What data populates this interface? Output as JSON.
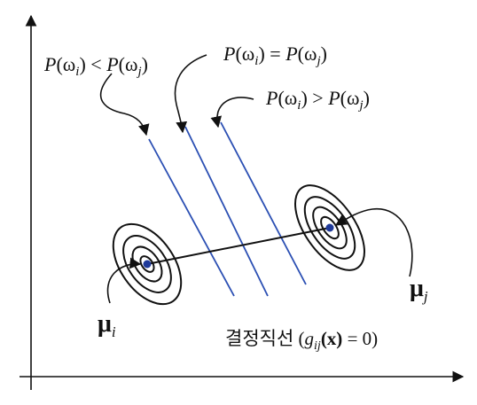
{
  "labels": {
    "prior_less": {
      "P1": "P",
      "open1": "(ω",
      "sub1": "i",
      "close1": ")",
      "op": " < ",
      "P2": "P",
      "open2": "(ω",
      "sub2": "j",
      "close2": ")"
    },
    "prior_equal": {
      "P1": "P",
      "open1": "(ω",
      "sub1": "i",
      "close1": ")",
      "op": " = ",
      "P2": "P",
      "open2": "(ω",
      "sub2": "j",
      "close2": ")"
    },
    "prior_greater": {
      "P1": "P",
      "open1": "(ω",
      "sub1": "i",
      "close1": ")",
      "op": " > ",
      "P2": "P",
      "open2": "(ω",
      "sub2": "j",
      "close2": ")"
    },
    "mean_i": {
      "mu": "μ",
      "sub": "i"
    },
    "mean_j": {
      "mu": "μ",
      "sub": "j"
    },
    "decision_line": {
      "korean": "결정직선",
      "open": " (",
      "g": "g",
      "sub": "ij",
      "arg": "(x)",
      "rest": " = 0)"
    }
  },
  "colors": {
    "decision_lines": "#2b4fb3",
    "mean_points": "#1f3a9a",
    "ink": "#111111"
  },
  "icons": [
    "arrow-icon"
  ]
}
